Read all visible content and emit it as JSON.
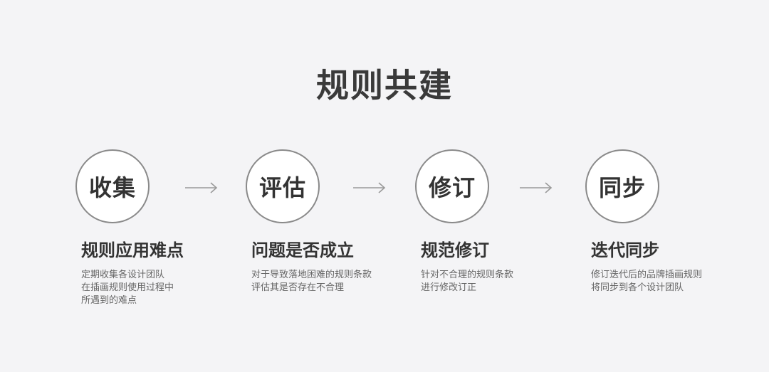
{
  "title": "规则共建",
  "colors": {
    "background": "#f4f4f6",
    "circle_border": "#8a8a8a",
    "circle_fill": "#ffffff",
    "heading_text": "#333333",
    "desc_text": "#666666",
    "arrow": "#9a9a9a"
  },
  "steps": [
    {
      "circle": "收集",
      "heading": "规则应用难点",
      "lines": [
        "定期收集各设计团队",
        "在插画规则使用过程中",
        "所遇到的难点"
      ]
    },
    {
      "circle": "评估",
      "heading": "问题是否成立",
      "lines": [
        "对于导致落地困难的规则条款",
        "评估其是否存在不合理"
      ]
    },
    {
      "circle": "修订",
      "heading": "规范修订",
      "lines": [
        "针对不合理的规则条款",
        "进行修改订正"
      ]
    },
    {
      "circle": "同步",
      "heading": "迭代同步",
      "lines": [
        "修订迭代后的品牌插画规则",
        "将同步到各个设计团队"
      ]
    }
  ],
  "arrow_icon": "arrow-right-icon"
}
